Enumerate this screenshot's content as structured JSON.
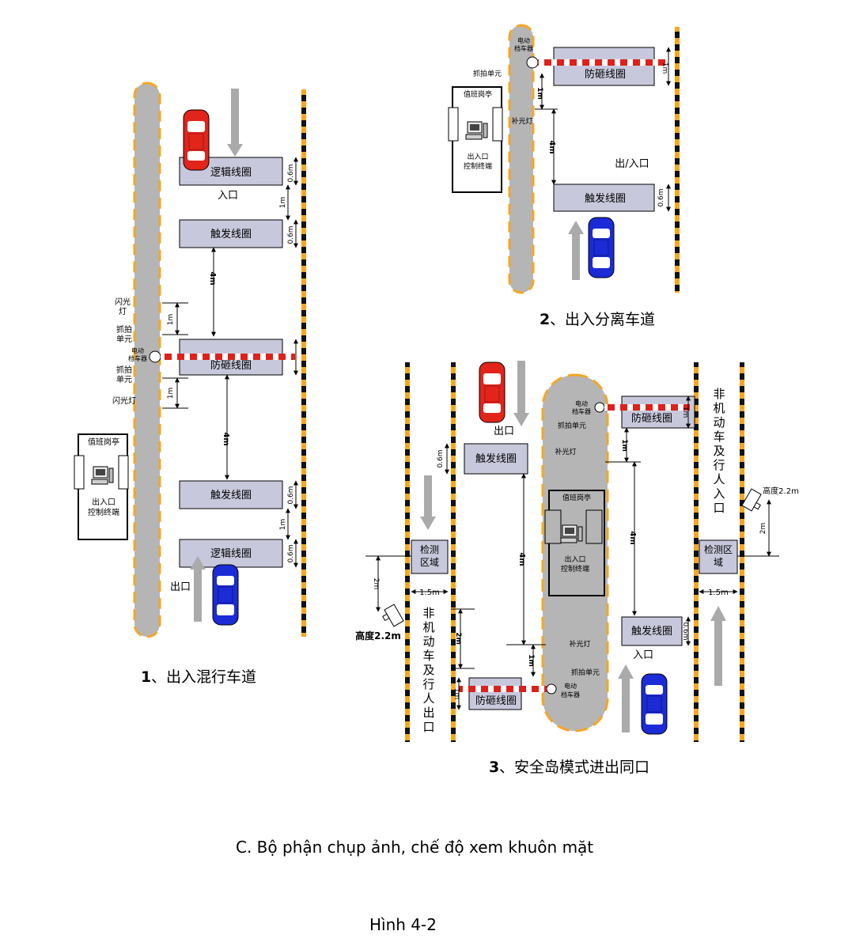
{
  "d1": {
    "caption_num": "1",
    "caption_text": "、出入混行车道",
    "logic_coil_top": "逻辑线圈",
    "entrance": "入口",
    "trigger_top": "触发线圈",
    "anti_smash": "防砸线圈",
    "trigger_bottom": "触发线圈",
    "logic_coil_bottom": "逻辑线圈",
    "exit": "出口",
    "flash_top": "闪光\n灯",
    "capture_top": "抓拍\n单元",
    "gate": "电动\n档车器",
    "capture_bottom": "抓拍\n单元",
    "flash_bottom": "闪光灯",
    "booth": "值班岗亭",
    "terminal": "出入口\n控制终端",
    "dim_06": "0.6m",
    "dim_1m": "1m",
    "dim_4m": "4m"
  },
  "d2": {
    "caption_num": "2",
    "caption_text": "、出入分离车道",
    "gate": "电动\n档车器",
    "capture": "抓拍单元",
    "anti_smash": "防砸线圈",
    "booth": "值班岗亭",
    "fill_light": "补光灯",
    "terminal": "出入口\n控制终端",
    "in_out": "出/入口",
    "trigger": "触发线圈",
    "dim_06": "0.6m",
    "dim_1m": "1m",
    "dim_4m": "4m"
  },
  "d3": {
    "caption_num": "3",
    "caption_text": "、安全岛模式进出同口",
    "exit": "出口",
    "gate_top": "电动\n档车器",
    "capture_top": "抓拍单元",
    "anti_smash_top": "防砸线圈",
    "trigger_left": "触发线圈",
    "fill_light_top": "补光灯",
    "booth": "值班岗亭",
    "terminal": "出入口\n控制终端",
    "detect_left": "检测\n区域",
    "detect_right": "检测区\n域",
    "height_left": "高度2.2m",
    "height_right": "高度2.2m",
    "nonmotor_exit": "非\n机\n动\n车\n及\n行\n人\n出\n口",
    "nonmotor_entry": "非\n机\n动\n车\n及\n行\n人\n入\n口",
    "trigger_right": "触发线圈",
    "entrance": "入口",
    "fill_light_bottom": "补光灯",
    "capture_bottom": "抓拍单元",
    "gate_bottom": "电动\n档车器",
    "anti_smash_bottom": "防砸线圈",
    "dim_06": "0.6m",
    "dim_1m": "1m",
    "dim_2m": "2m",
    "dim_4m": "4m",
    "dim_15m": "1.5m"
  },
  "page": {
    "subtitle": "C. Bộ phận chụp ảnh, chế độ xem khuôn mặt",
    "figure": "Hình 4-2"
  }
}
